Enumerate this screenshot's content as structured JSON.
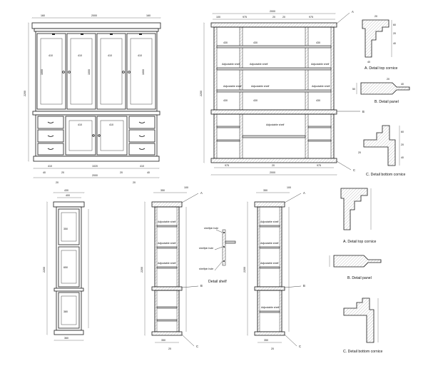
{
  "front_elevation": {
    "width_total": "2000",
    "height_total": "2200",
    "widths_top": [
      "160",
      "2000",
      "160"
    ],
    "widths_bottom": [
      "410",
      "1020",
      "410"
    ],
    "side_marks": [
      "40",
      "20",
      "20",
      "40"
    ],
    "bottom_total": "2000",
    "upper_door_inner": [
      "410",
      "410",
      "410",
      "410"
    ],
    "upper_heights": [
      "1000",
      "1000",
      "1000",
      "1000"
    ],
    "lower_inner": [
      "410",
      "410"
    ],
    "drawer_marks": [
      "20",
      "20"
    ]
  },
  "section_elevation": {
    "top_total": "2000",
    "top_parts": [
      "100",
      "975",
      "20",
      "20",
      "975"
    ],
    "height": "2200",
    "shelf_label": "Adjustable shelf",
    "bay_label": "430",
    "bottom_parts": [
      "975",
      "20",
      "975"
    ],
    "bottom_total": "2000",
    "markers": [
      "A",
      "B",
      "C"
    ]
  },
  "details_top_right": {
    "cornice_top": "A. Detail top cornice",
    "panel": "B. Detail panel",
    "cornice_bottom": "C. Detail bottom cornice",
    "values_a": [
      "60",
      "20",
      "40",
      "20",
      "40"
    ],
    "values_b": [
      "50",
      "20",
      "40"
    ],
    "values_c": [
      "60",
      "20",
      "40",
      "20"
    ]
  },
  "side_elevation": {
    "top_width": "430",
    "top_inner": "400",
    "height": "2200",
    "panels": [
      "350",
      "650",
      "350"
    ],
    "door": "380",
    "bottom": "360"
  },
  "side_section_1": {
    "top": [
      "350",
      "100"
    ],
    "marker_top": "A",
    "shelf_label": "Adjustable shelf",
    "marker_mid": "B",
    "marker_bot": "C",
    "bottom": [
      "350",
      "20"
    ],
    "height": "2200"
  },
  "detail_shelf": {
    "labels": [
      "shelfpin hole",
      "shelfpin hole",
      "shelfpin hole"
    ],
    "caption": "Detail shelf"
  },
  "side_section_2": {
    "top": [
      "350",
      "100"
    ],
    "marker_top": "A",
    "shelf_label": "Adjustable shelf",
    "marker_mid": "B",
    "marker_bot": "C",
    "bottom": [
      "350",
      "20"
    ],
    "height": "2200"
  },
  "details_bottom_right": {
    "cornice_top": "A. Detail top cornice",
    "panel": "B. Detail panel",
    "cornice_bottom": "C. Detail bottom cornice"
  }
}
